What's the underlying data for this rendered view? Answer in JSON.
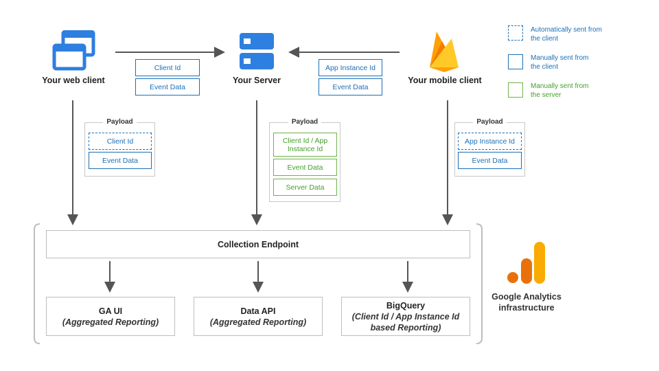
{
  "nodes": {
    "web_client": "Your web client",
    "server": "Your Server",
    "mobile_client": "Your mobile client"
  },
  "top_chips": {
    "client_id": "Client Id",
    "event_data_left": "Event Data",
    "app_instance_id": "App Instance Id",
    "event_data_right": "Event Data"
  },
  "payloads": {
    "web": {
      "title": "Payload",
      "items": [
        "Client Id",
        "Event Data"
      ]
    },
    "server": {
      "title": "Payload",
      "items": [
        "Client Id / App Instance Id",
        "Event Data",
        "Server Data"
      ]
    },
    "mobile": {
      "title": "Payload",
      "items": [
        "App Instance Id",
        "Event Data"
      ]
    }
  },
  "legend": [
    {
      "text": "Automatically sent from the client",
      "style": "dashed",
      "color": "#1a6fb5"
    },
    {
      "text": "Manually sent from the client",
      "style": "solid",
      "color": "#1a6fb5"
    },
    {
      "text": "Manually sent from the server",
      "style": "solid",
      "color": "#6fb24a"
    }
  ],
  "endpoint": "Collection Endpoint",
  "outputs": [
    {
      "title": "GA UI",
      "subtitle": "(Aggregated Reporting)"
    },
    {
      "title": "Data API",
      "subtitle": "(Aggregated Reporting)"
    },
    {
      "title": "BigQuery",
      "subtitle": "(Client Id / App Instance Id based Reporting)"
    }
  ],
  "infrastructure": "Google Analytics infrastructure",
  "colors": {
    "blue": "#1a6fb5",
    "green": "#6fb24a",
    "icon_blue": "#2d7fe0",
    "ga_orange": "#f57c00",
    "ga_dark_orange": "#e8710a"
  }
}
